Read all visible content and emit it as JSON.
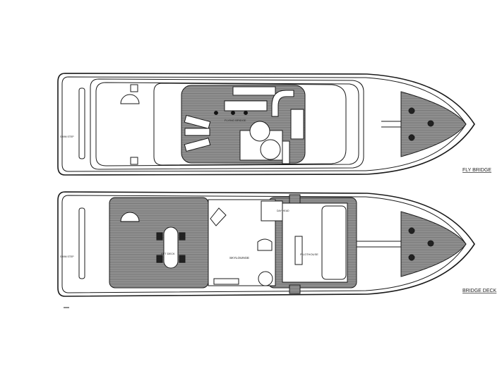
{
  "colors": {
    "line": "#1a1a1a",
    "teak": "#8c8c8c",
    "background": "#ffffff"
  },
  "decks": [
    {
      "title": "FLY BRIDGE",
      "room_labels": [
        "FLYING BRIDGE",
        "SWIM STEP"
      ]
    },
    {
      "title": "BRIDGE DECK",
      "room_labels": [
        "SKYLOUNGE",
        "AFT DECK",
        "PILOTHOUSE",
        "DAY HEAD",
        "SWIM STEP"
      ]
    }
  ]
}
